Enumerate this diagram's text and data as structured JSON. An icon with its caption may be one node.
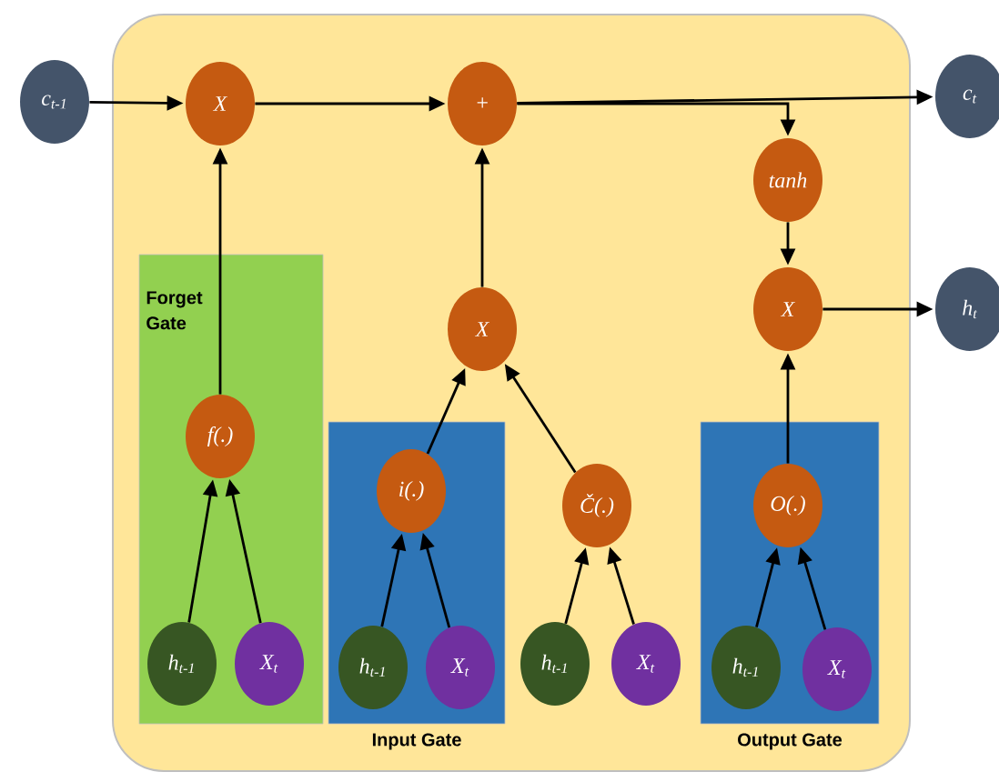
{
  "diagram": {
    "nodes": [
      {
        "text": [],
        "shape": "box"
      },
      {
        "text": [
          "Forget Gate"
        ],
        "in": 0
      },
      {
        "text": [
          "Input Gate"
        ],
        "in": 0
      },
      {
        "text": [
          "Output Gate"
        ],
        "in": 0
      },
      {
        "text": [
          "c$_{t-1}$"
        ]
      },
      {
        "text": [
          "X"
        ],
        "in": 0
      },
      {
        "text": [
          "+"
        ],
        "in": 0
      },
      {
        "text": [
          "c$_{t}$"
        ]
      },
      {
        "text": [
          "tanh"
        ],
        "in": 0
      },
      {
        "text": [
          "X"
        ],
        "in": 0
      },
      {
        "text": [
          "h$_{t}$"
        ]
      },
      {
        "text": [
          "X"
        ],
        "in": 0
      },
      {
        "text": [
          "f(.)"
        ],
        "in": 1
      },
      {
        "text": [
          "h$_{t-1}$"
        ],
        "in": 1
      },
      {
        "text": [
          "X$_{t}$"
        ],
        "in": 1
      },
      {
        "text": [
          "i(.)"
        ],
        "in": 2
      },
      {
        "text": [
          "h$_{t-1}$"
        ],
        "in": 2
      },
      {
        "text": [
          "X$_{t}$"
        ],
        "in": 2
      },
      {
        "text": [
          "Č(.)"
        ],
        "in": 0
      },
      {
        "text": [
          "h$_{t-1}$"
        ],
        "in": 0
      },
      {
        "text": [
          "X$_{t}$"
        ],
        "in": 0
      },
      {
        "text": [
          "O(.)"
        ],
        "in": 3
      },
      {
        "text": [
          "h$_{t-1}$"
        ],
        "in": 3
      },
      {
        "text": [
          "X$_{t}$"
        ],
        "in": 3
      }
    ],
    "edges": [
      {
        "from": 4,
        "to": 5,
        "arrow": "to"
      },
      {
        "from": 5,
        "to": 6,
        "arrow": "to"
      },
      {
        "from": 6,
        "to": 7,
        "arrow": "to"
      },
      {
        "from": 6,
        "to": 8,
        "arrow": "to"
      },
      {
        "from": 8,
        "to": 9,
        "arrow": "to"
      },
      {
        "from": 9,
        "to": 10,
        "arrow": "to"
      },
      {
        "from": 12,
        "to": 5,
        "arrow": "to"
      },
      {
        "from": 11,
        "to": 6,
        "arrow": "to"
      },
      {
        "from": 15,
        "to": 11,
        "arrow": "to"
      },
      {
        "from": 18,
        "to": 11,
        "arrow": "to"
      },
      {
        "from": 13,
        "to": 12,
        "arrow": "to"
      },
      {
        "from": 14,
        "to": 12,
        "arrow": "to"
      },
      {
        "from": 16,
        "to": 15,
        "arrow": "to"
      },
      {
        "from": 17,
        "to": 15,
        "arrow": "to"
      },
      {
        "from": 19,
        "to": 18,
        "arrow": "to"
      },
      {
        "from": 20,
        "to": 18,
        "arrow": "to"
      },
      {
        "from": 22,
        "to": 21,
        "arrow": "to"
      },
      {
        "from": 23,
        "to": 21,
        "arrow": "to"
      },
      {
        "from": 21,
        "to": 9,
        "arrow": "to"
      }
    ]
  }
}
